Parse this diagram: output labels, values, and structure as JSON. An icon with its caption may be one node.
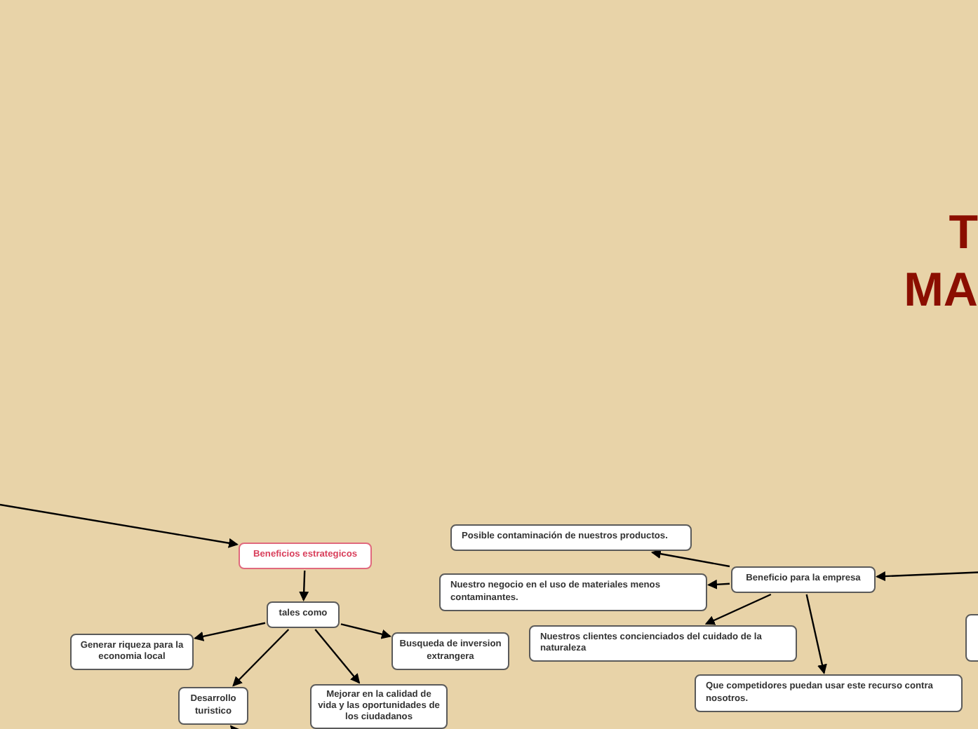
{
  "diagram": {
    "nodes": [
      {
        "text": [
          "T MA"
        ]
      },
      {
        "text": [
          "Beneficios estrategicos"
        ]
      },
      {
        "text": [
          "tales como"
        ]
      },
      {
        "text": [
          "Generar riqueza para la economia local"
        ]
      },
      {
        "text": [
          "Busqueda de inversion extrangera"
        ]
      },
      {
        "text": [
          "Desarrollo turistico"
        ]
      },
      {
        "text": [
          "Mejorar en la calidad de vida y las oportunidades de los ciudadanos"
        ]
      },
      {
        "text": [
          "Posible contaminación de nuestros productos."
        ]
      },
      {
        "text": [
          "Beneficio para la empresa"
        ]
      },
      {
        "text": [
          "Nuestro negocio en el uso de materiales menos contaminantes."
        ]
      },
      {
        "text": [
          "Nuestros clientes concienciados del cuidado de la naturaleza"
        ]
      },
      {
        "text": [
          "Que competidores puedan usar este recurso contra nosotros."
        ]
      },
      {
        "text": [],
        "shape": "box"
      }
    ],
    "edges": [
      {
        "from": null,
        "to": 1,
        "arrow": "to"
      },
      {
        "from": 1,
        "to": 2,
        "arrow": "to"
      },
      {
        "from": 2,
        "to": 3,
        "arrow": "to"
      },
      {
        "from": 2,
        "to": 4,
        "arrow": "to"
      },
      {
        "from": 2,
        "to": 5,
        "arrow": "to"
      },
      {
        "from": 2,
        "to": 6,
        "arrow": "to"
      },
      {
        "from": null,
        "to": 5,
        "arrow": "to"
      },
      {
        "from": null,
        "to": 8,
        "arrow": "to"
      },
      {
        "from": 8,
        "to": 7,
        "arrow": "to"
      },
      {
        "from": 8,
        "to": 9,
        "arrow": "to"
      },
      {
        "from": 8,
        "to": 10,
        "arrow": "to"
      },
      {
        "from": 8,
        "to": 11,
        "arrow": "to"
      }
    ]
  }
}
